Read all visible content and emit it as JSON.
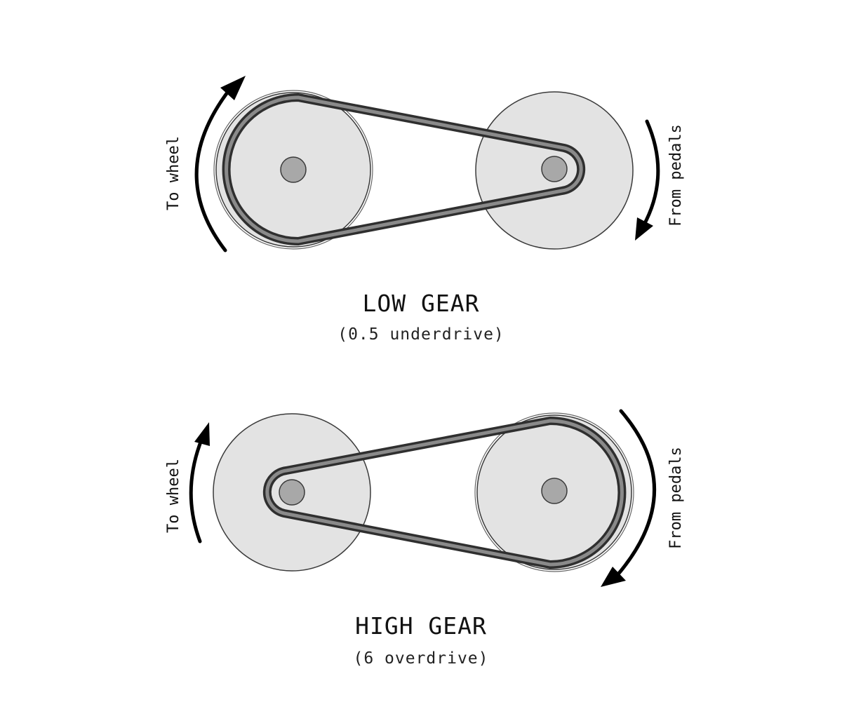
{
  "low_gear": {
    "title": "LOW GEAR",
    "subtitle": "(0.5 underdrive)",
    "left_label": "To wheel",
    "right_label": "From pedals"
  },
  "high_gear": {
    "title": "HIGH GEAR",
    "subtitle": "(6 overdrive)",
    "left_label": "To wheel",
    "right_label": "From pedals"
  },
  "colors": {
    "pulley_fill": "#e3e3e3",
    "belt": "#2f2f2f",
    "hub": "#a8a8a8"
  }
}
